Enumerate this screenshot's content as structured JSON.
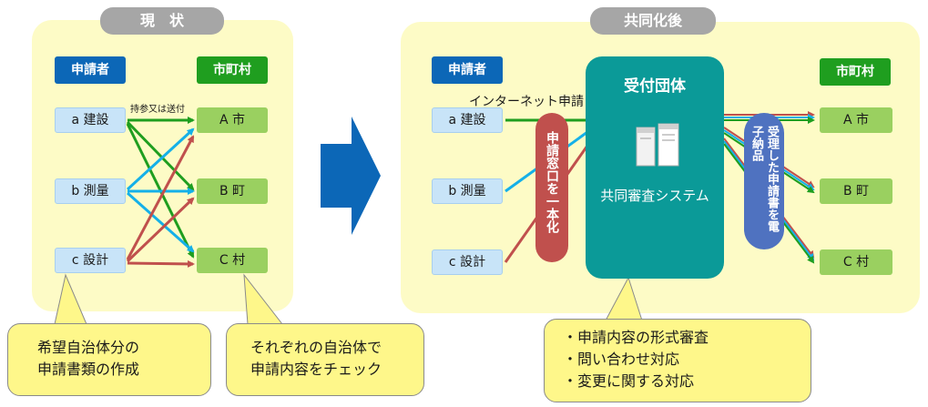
{
  "left": {
    "header": "現　状",
    "applicant_label": "申請者",
    "muni_label": "市町村",
    "applicants": [
      "a 建設",
      "b 測量",
      "c 設計"
    ],
    "municipalities": [
      "A 市",
      "B 町",
      "C 村"
    ],
    "arrow_note": "持参又は送付",
    "callout1": [
      "希望自治体分の",
      "申請書類の作成"
    ],
    "callout2": [
      "それぞれの自治体で",
      "申請内容をチェック"
    ]
  },
  "right": {
    "header": "共同化後",
    "applicant_label": "申請者",
    "muni_label": "市町村",
    "applicants": [
      "a 建設",
      "b 測量",
      "c 設計"
    ],
    "municipalities": [
      "A 市",
      "B 町",
      "C 村"
    ],
    "internet_label": "インターネット申請",
    "window_pill": "申請窓口を一本化",
    "org_title": "受付団体",
    "system_label": "共同審査システム",
    "delivery_pill": "受理した申請書を電子納品",
    "callout": [
      "・申請内容の形式審査",
      "・問い合わせ対応",
      "・変更に関する対応"
    ]
  },
  "colors": {
    "green": "#1f9e1f",
    "blue": "#15b0e8",
    "red": "#c0504d",
    "teal": "#0b9a98",
    "panel": "#fdfbc6",
    "big_arrow": "#0c67b7"
  }
}
